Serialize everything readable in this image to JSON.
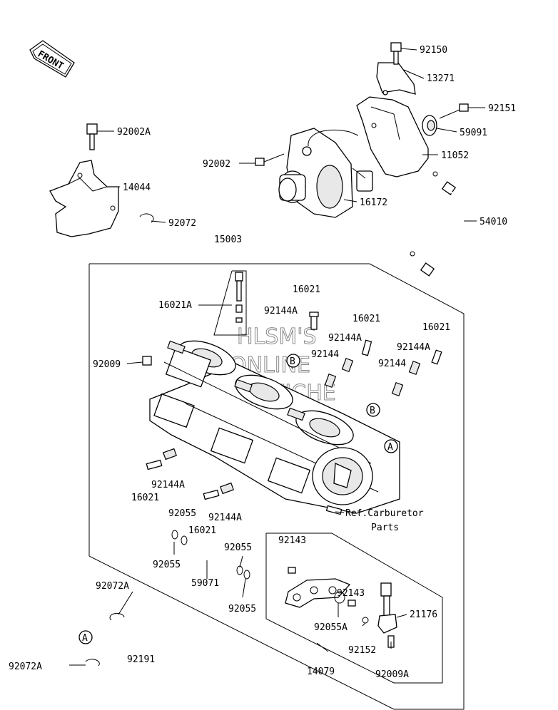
{
  "front_label": "FRONT",
  "watermark": [
    "HLSM'S",
    "ONLINE",
    "MICROFICHE"
  ],
  "callouts": {
    "A": "A",
    "B": "B"
  },
  "reference_note": [
    "Ref.Carburetor",
    "Parts"
  ],
  "parts": [
    {
      "id": "92150",
      "label": "92150"
    },
    {
      "id": "13271",
      "label": "13271"
    },
    {
      "id": "92151",
      "label": "92151"
    },
    {
      "id": "59091",
      "label": "59091"
    },
    {
      "id": "92002A",
      "label": "92002A"
    },
    {
      "id": "11052",
      "label": "11052"
    },
    {
      "id": "92002",
      "label": "92002"
    },
    {
      "id": "14044",
      "label": "14044"
    },
    {
      "id": "16172",
      "label": "16172"
    },
    {
      "id": "92072",
      "label": "92072"
    },
    {
      "id": "54010",
      "label": "54010"
    },
    {
      "id": "15003",
      "label": "15003"
    },
    {
      "id": "16021",
      "label": "16021"
    },
    {
      "id": "16021A",
      "label": "16021A"
    },
    {
      "id": "92144A",
      "label": "92144A"
    },
    {
      "id": "92144",
      "label": "92144"
    },
    {
      "id": "92009",
      "label": "92009"
    },
    {
      "id": "92055",
      "label": "92055"
    },
    {
      "id": "59071",
      "label": "59071"
    },
    {
      "id": "92143",
      "label": "92143"
    },
    {
      "id": "92055A",
      "label": "92055A"
    },
    {
      "id": "21176",
      "label": "21176"
    },
    {
      "id": "92152",
      "label": "92152"
    },
    {
      "id": "92009A",
      "label": "92009A"
    },
    {
      "id": "92072A",
      "label": "92072A"
    },
    {
      "id": "92191",
      "label": "92191"
    },
    {
      "id": "14079",
      "label": "14079"
    }
  ]
}
